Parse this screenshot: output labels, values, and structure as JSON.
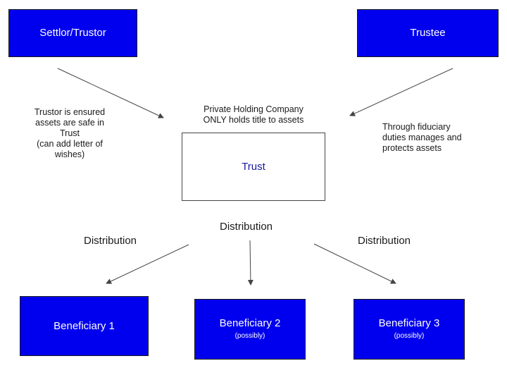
{
  "settlor": {
    "label": "Settlor/Trustor"
  },
  "trustee": {
    "label": "Trustee"
  },
  "trust": {
    "label": "Trust"
  },
  "holding_note": {
    "line1": "Private Holding Company",
    "line2": "ONLY holds title to assets"
  },
  "trustor_note": {
    "line1": "Trustor is ensured",
    "line2": "assets are safe in",
    "line3": "Trust",
    "line4": "(can add letter of",
    "line5": "wishes)"
  },
  "trustee_note": {
    "line1": "Through fiduciary",
    "line2": "duties manages and",
    "line3": "protects assets"
  },
  "distribution": {
    "left": "Distribution",
    "center": "Distribution",
    "right": "Distribution"
  },
  "beneficiaries": [
    {
      "label": "Beneficiary 1",
      "note": ""
    },
    {
      "label": "Beneficiary 2",
      "note": "(possibly)"
    },
    {
      "label": "Beneficiary 3",
      "note": "(possibly)"
    }
  ],
  "colors": {
    "box_fill": "#0000ee",
    "box_text": "#ffffff",
    "trust_text": "#1a1aa0",
    "line": "#444444"
  }
}
